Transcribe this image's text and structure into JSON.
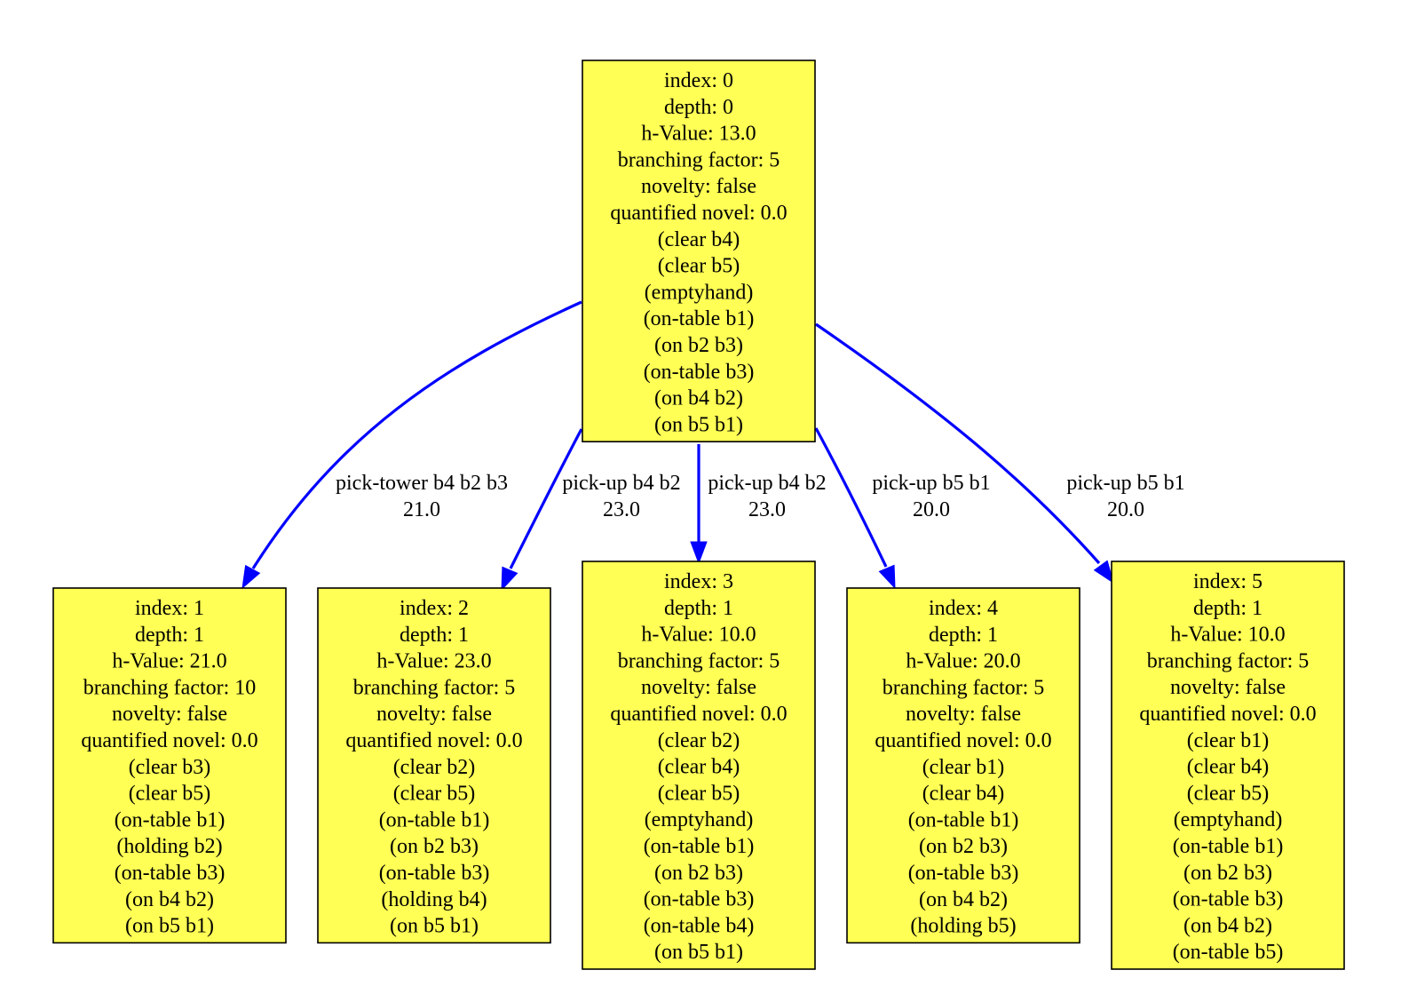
{
  "colors": {
    "node_fill": "#ffff55",
    "node_border": "#000000",
    "edge": "#0000ff"
  },
  "nodes": [
    {
      "id": "node-0",
      "lines": [
        "index: 0",
        "depth: 0",
        "h-Value: 13.0",
        "branching factor: 5",
        "novelty: false",
        "quantified novel: 0.0",
        "(clear b4)",
        "(clear b5)",
        "(emptyhand)",
        "(on-table b1)",
        "(on b2 b3)",
        "(on-table b3)",
        "(on b4 b2)",
        "(on b5 b1)"
      ]
    },
    {
      "id": "node-1",
      "lines": [
        "index: 1",
        "depth: 1",
        "h-Value: 21.0",
        "branching factor: 10",
        "novelty: false",
        "quantified novel: 0.0",
        "(clear b3)",
        "(clear b5)",
        "(on-table b1)",
        "(holding b2)",
        "(on-table b3)",
        "(on b4 b2)",
        "(on b5 b1)"
      ]
    },
    {
      "id": "node-2",
      "lines": [
        "index: 2",
        "depth: 1",
        "h-Value: 23.0",
        "branching factor: 5",
        "novelty: false",
        "quantified novel: 0.0",
        "(clear b2)",
        "(clear b5)",
        "(on-table b1)",
        "(on b2 b3)",
        "(on-table b3)",
        "(holding b4)",
        "(on b5 b1)"
      ]
    },
    {
      "id": "node-3",
      "lines": [
        "index: 3",
        "depth: 1",
        "h-Value: 10.0",
        "branching factor: 5",
        "novelty: false",
        "quantified novel: 0.0",
        "(clear b2)",
        "(clear b4)",
        "(clear b5)",
        "(emptyhand)",
        "(on-table b1)",
        "(on b2 b3)",
        "(on-table b3)",
        "(on-table b4)",
        "(on b5 b1)"
      ]
    },
    {
      "id": "node-4",
      "lines": [
        "index: 4",
        "depth: 1",
        "h-Value: 20.0",
        "branching factor: 5",
        "novelty: false",
        "quantified novel: 0.0",
        "(clear b1)",
        "(clear b4)",
        "(on-table b1)",
        "(on b2 b3)",
        "(on-table b3)",
        "(on b4 b2)",
        "(holding b5)"
      ]
    },
    {
      "id": "node-5",
      "lines": [
        "index: 5",
        "depth: 1",
        "h-Value: 10.0",
        "branching factor: 5",
        "novelty: false",
        "quantified novel: 0.0",
        "(clear b1)",
        "(clear b4)",
        "(clear b5)",
        "(emptyhand)",
        "(on-table b1)",
        "(on b2 b3)",
        "(on-table b3)",
        "(on b4 b2)",
        "(on-table b5)"
      ]
    }
  ],
  "edges": [
    {
      "from": "node-0",
      "to": "node-1",
      "label_lines": [
        "pick-tower b4 b2 b3",
        "21.0"
      ]
    },
    {
      "from": "node-0",
      "to": "node-2",
      "label_lines": [
        "pick-up b4 b2",
        "23.0"
      ]
    },
    {
      "from": "node-0",
      "to": "node-3",
      "label_lines": [
        "pick-up b4 b2",
        "23.0"
      ]
    },
    {
      "from": "node-0",
      "to": "node-4",
      "label_lines": [
        "pick-up b5 b1",
        "20.0"
      ]
    },
    {
      "from": "node-0",
      "to": "node-5",
      "label_lines": [
        "pick-up b5 b1",
        "20.0"
      ]
    }
  ]
}
